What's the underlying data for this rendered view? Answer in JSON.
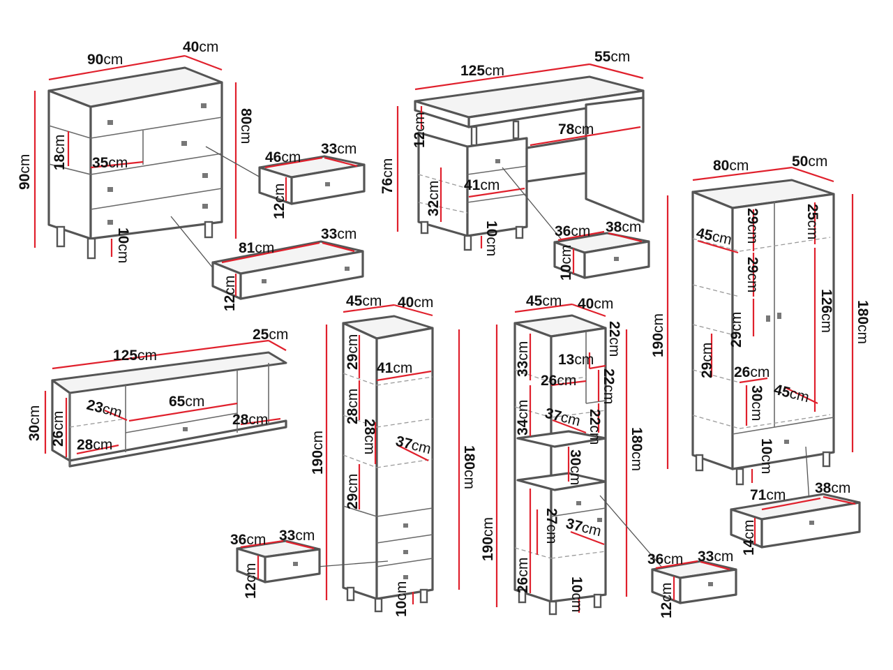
{
  "colors": {
    "dimension_line": "#e0202c",
    "outline": "#555555",
    "text": "#111111",
    "background": "#ffffff"
  },
  "icons": {
    "handle": "drawer-handle-icon"
  },
  "dresser": {
    "width": "90",
    "depth": "40",
    "height_left": "90",
    "height_right": "80",
    "niche_height": "18",
    "niche_width": "35",
    "leg": "10",
    "small_drawer": {
      "width": "46",
      "depth": "33",
      "height": "12"
    },
    "large_drawer": {
      "width": "81",
      "depth": "33",
      "height": "12"
    }
  },
  "desk": {
    "width": "125",
    "depth": "55",
    "height": "76",
    "shelf_top": "12",
    "opening_width": "78",
    "cabinet_depth": "41",
    "cabinet_height": "32",
    "leg": "10",
    "drawer": {
      "width": "36",
      "depth": "38",
      "height": "10"
    }
  },
  "wardrobe": {
    "width": "80",
    "depth": "50",
    "height_left": "190",
    "height_right": "180",
    "shelf_depth": "45",
    "shelf_gap_1": "29",
    "shelf_gap_2": "29",
    "shelf_gap_3": "29",
    "shelf_gap_4": "29",
    "rail_gap": "25",
    "hanging_height": "126",
    "inner_depth": "26",
    "inner_height": "30",
    "bottom_depth": "45",
    "leg": "10",
    "drawer": {
      "width": "71",
      "depth": "38",
      "height": "14"
    }
  },
  "tv_stand": {
    "width": "125",
    "depth": "25",
    "height_outer": "30",
    "height_inner": "26",
    "side_depth": "23",
    "middle_width": "65",
    "right_depth": "28",
    "left_depth": "28"
  },
  "bookcase": {
    "width": "45",
    "depth": "40",
    "shelf_depth": "41",
    "angled_depth": "37",
    "gap_1": "29",
    "gap_2": "28",
    "gap_3": "28",
    "gap_4": "29",
    "height_left": "190",
    "height_right": "180",
    "leg": "10",
    "drawer": {
      "width": "36",
      "depth": "33",
      "height": "12"
    }
  },
  "shelf_unit": {
    "width": "45",
    "depth": "40",
    "height_left": "190",
    "height_right": "180",
    "left_gap_1": "33",
    "left_gap_2": "34",
    "left_gap_3": "27",
    "left_gap_4": "26",
    "right_gap_1": "22",
    "right_gap_2": "22",
    "right_gap_3": "22",
    "right_gap_4": "30",
    "niche_width": "13",
    "shelf_depth_1": "26",
    "shelf_depth_2": "37",
    "shelf_depth_3": "37",
    "leg": "10",
    "drawer": {
      "width": "36",
      "depth": "33",
      "height": "12"
    }
  }
}
